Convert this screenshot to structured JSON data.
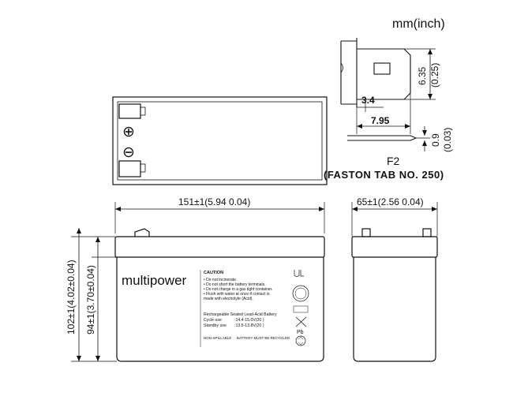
{
  "units_label": "mm(inch)",
  "top_view": {
    "plus_symbol": "⊕",
    "minus_symbol": "⊖"
  },
  "terminal_detail": {
    "dim_height": "6.35",
    "dim_height_inch": "(0.25)",
    "dim_offset": "3.4",
    "dim_length": "7.95",
    "dim_thickness": "0.9",
    "dim_thickness_inch": "(0.03)",
    "code": "F2",
    "description": "(FASTON TAB NO. 250)"
  },
  "front_view": {
    "width_dim": "151±1(5.94  0.04)",
    "height_total_dim": "102±1(4.02±0.04)",
    "height_case_dim": "94±1(3.70±0.04)",
    "brand": "multipower",
    "caution_title": "CAUTION",
    "caution_items": [
      "• Do not incinerate.",
      "• Do not short the battery terminals.",
      "• Do not charge in a gas tight container.",
      "• Flush with water at once if contact is",
      "  made with electrolyte (Acid)."
    ],
    "battery_type": "Rechargeable Sealed Lead-Acid Battery",
    "cycle_use_label": "Cycle use",
    "cycle_use_value": ":14.4-15.0V(20 )",
    "standby_use_label": "Standby use",
    "standby_use_value": ":13.5-13.8V(20 )",
    "non_spillable": "NON-SPILLABLE",
    "recycle_note": "BATTERY MUST BE RECYCLED",
    "pb_symbol": "Pb"
  },
  "side_view": {
    "width_dim": "65±1(2.56  0.04)"
  }
}
